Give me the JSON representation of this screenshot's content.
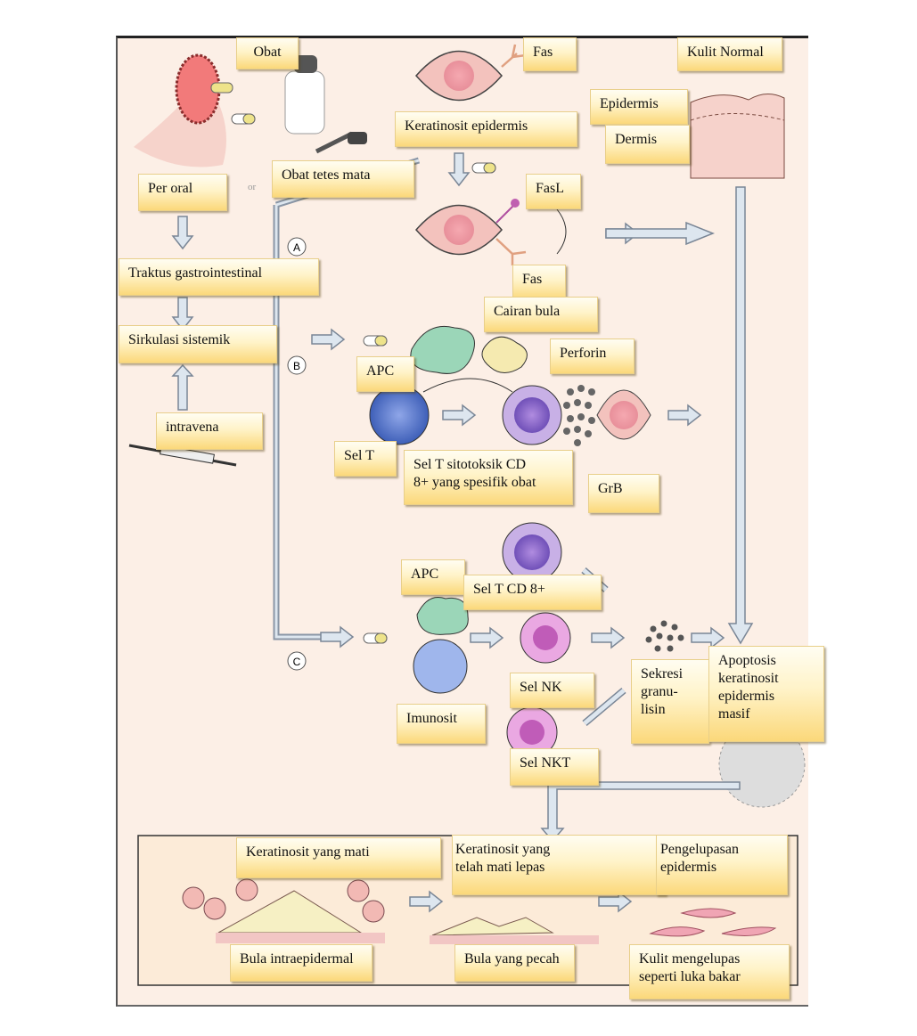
{
  "labels": {
    "obat": "Obat",
    "fas_top": "Fas",
    "kulit_normal": "Kulit Normal",
    "epidermis": "Epidermis",
    "keratinosit_epidermis": "Keratinosit epidermis",
    "dermis": "Dermis",
    "per_oral": "Per oral",
    "obat_tetes_mata": "Obat tetes mata",
    "fasl": "FasL",
    "traktus": "Traktus gastrointestinal",
    "fas_bottom": "Fas",
    "cairan_bula": "Cairan bula",
    "sirkulasi": "Sirkulasi sistemik",
    "perforin": "Perforin",
    "apc_b": "APC",
    "intravena": "intravena",
    "sel_t": "Sel T",
    "sel_t_sitotoksik": "Sel T sitotoksik CD\n8+ yang spesifik obat",
    "grb": "GrB",
    "apc_c": "APC",
    "sel_t_cd8": "Sel T CD 8+",
    "sekresi": "Sekresi\ngranu-\nlisin",
    "apoptosis": "Apoptosis\nkeratinosit\nepidermis\nmasif",
    "sel_nk": "Sel NK",
    "imunosit": "Imunosit",
    "sel_nkt": "Sel NKT",
    "keratinosit_mati": "Keratinosit yang mati",
    "keratinosit_lepas": "Keratinosit yang\ntelah mati lepas",
    "pengelupasan": "Pengelupasan\nepidermis",
    "bula_intra": "Bula intraepidermal",
    "bula_pecah": "Bula yang pecah",
    "kulit_mengelupas": "Kulit mengelupas\nseperti luka bakar"
  },
  "pathway_markers": [
    "A",
    "B",
    "C"
  ],
  "or_text": "or",
  "colors": {
    "background": "#fcefe6",
    "label_top": "#fffdf2",
    "label_bottom": "#fbd87a",
    "keratinocyte": "#f2b9b4",
    "t_cell": "#5b7fd0",
    "ctl": "#b39ad6",
    "nk": "#d98fd0",
    "apc": "#9bd6b8"
  }
}
